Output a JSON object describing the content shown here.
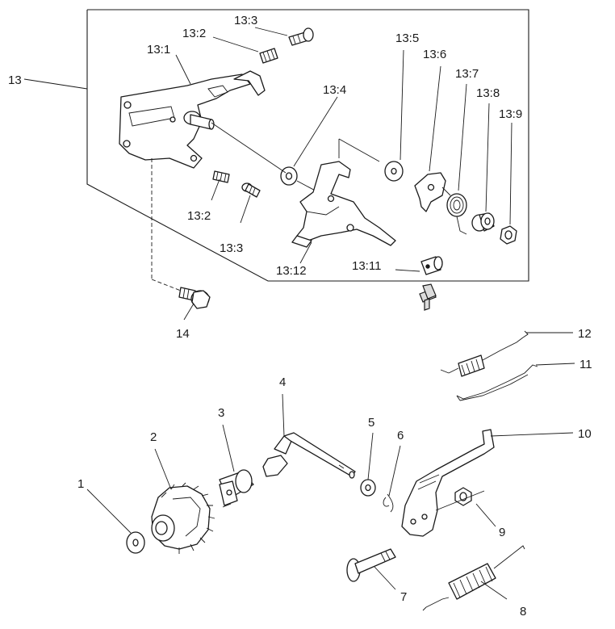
{
  "labels": {
    "l13": "13",
    "l13_1": "13:1",
    "l13_2a": "13:2",
    "l13_2b": "13:2",
    "l13_3a": "13:3",
    "l13_3b": "13:3",
    "l13_4": "13:4",
    "l13_5": "13:5",
    "l13_6": "13:6",
    "l13_7": "13:7",
    "l13_8": "13:8",
    "l13_9": "13:9",
    "l13_11": "13:11",
    "l13_12": "13:12",
    "l14": "14",
    "l1": "1",
    "l2": "2",
    "l3": "3",
    "l4": "4",
    "l5": "5",
    "l6": "6",
    "l7": "7",
    "l8": "8",
    "l9": "9",
    "l10": "10",
    "l11": "11",
    "l12": "12"
  }
}
